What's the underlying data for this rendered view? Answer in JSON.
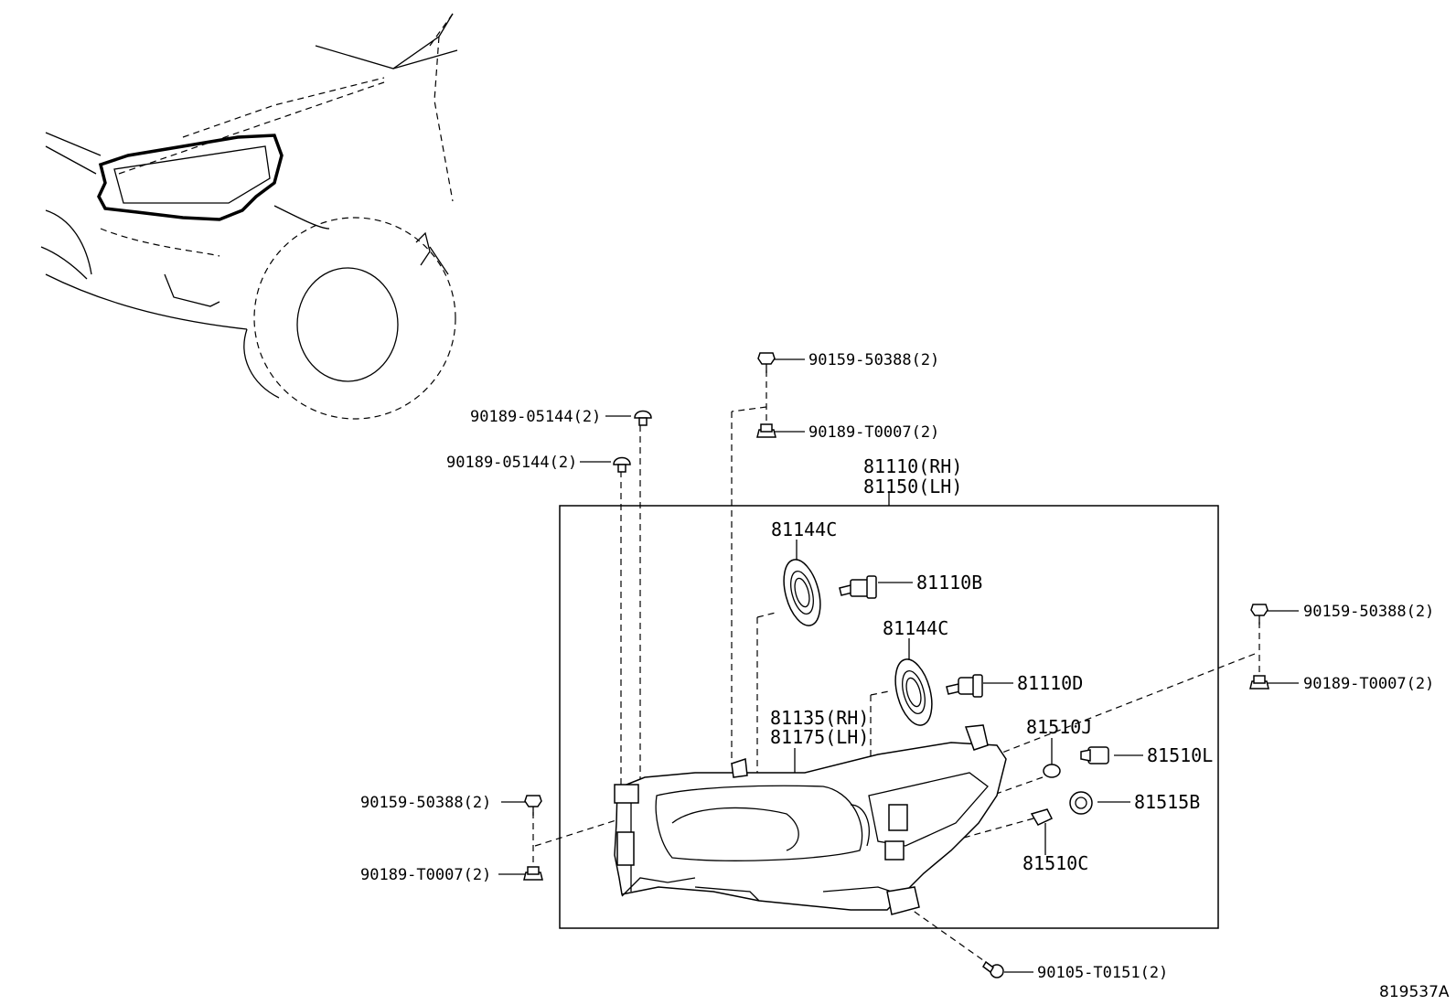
{
  "diagram_id": "819537A",
  "assembly": {
    "rh": "81110(RH)",
    "lh": "81150(LH)"
  },
  "labels": {
    "l_90159_top": "90159-50388(2)",
    "l_90189t_top": "90189-T0007(2)",
    "l_90189_05144_a": "90189-05144(2)",
    "l_90189_05144_b": "90189-05144(2)",
    "l_81144c_a": "81144C",
    "l_81110b": "81110B",
    "l_81144c_b": "81144C",
    "l_81110d": "81110D",
    "l_90159_right": "90159-50388(2)",
    "l_90189t_right": "90189-T0007(2)",
    "l_81135": "81135(RH)",
    "l_81175": "81175(LH)",
    "l_81510j": "81510J",
    "l_81510l": "81510L",
    "l_81515b": "81515B",
    "l_81510c": "81510C",
    "l_90159_left": "90159-50388(2)",
    "l_90189t_left": "90189-T0007(2)",
    "l_90105": "90105-T0151(2)"
  }
}
